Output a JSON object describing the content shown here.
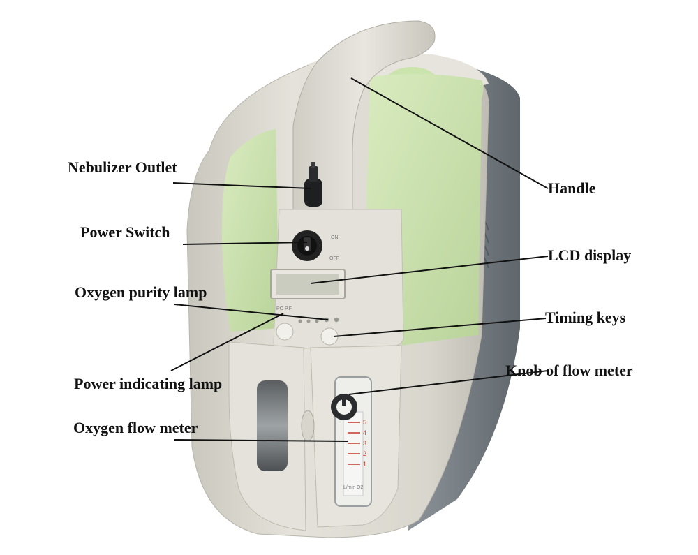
{
  "labels": {
    "nebulizer_outlet": "Nebulizer Outlet",
    "power_switch": "Power Switch",
    "oxygen_purity_lamp": "Oxygen purity lamp",
    "power_indicating_lamp": "Power indicating lamp",
    "oxygen_flow_meter": "Oxygen flow meter",
    "handle": "Handle",
    "lcd_display": "LCD display",
    "timing_keys": "Timing keys",
    "knob_of_flow_meter": "Knob of flow meter"
  },
  "device_text": {
    "switch_on": "ON",
    "switch_off": "OFF",
    "lamp_labels": "PO  P.F",
    "flow_scale": [
      "5",
      "4",
      "3",
      "2",
      "1"
    ],
    "tube_caption": "L/min O2"
  },
  "colors": {
    "body": "#dddbd2",
    "body_shadow": "#c4c2b8",
    "green_accent": "#cfe2b4",
    "dark_side": "#7d8388",
    "line": "#111111"
  }
}
